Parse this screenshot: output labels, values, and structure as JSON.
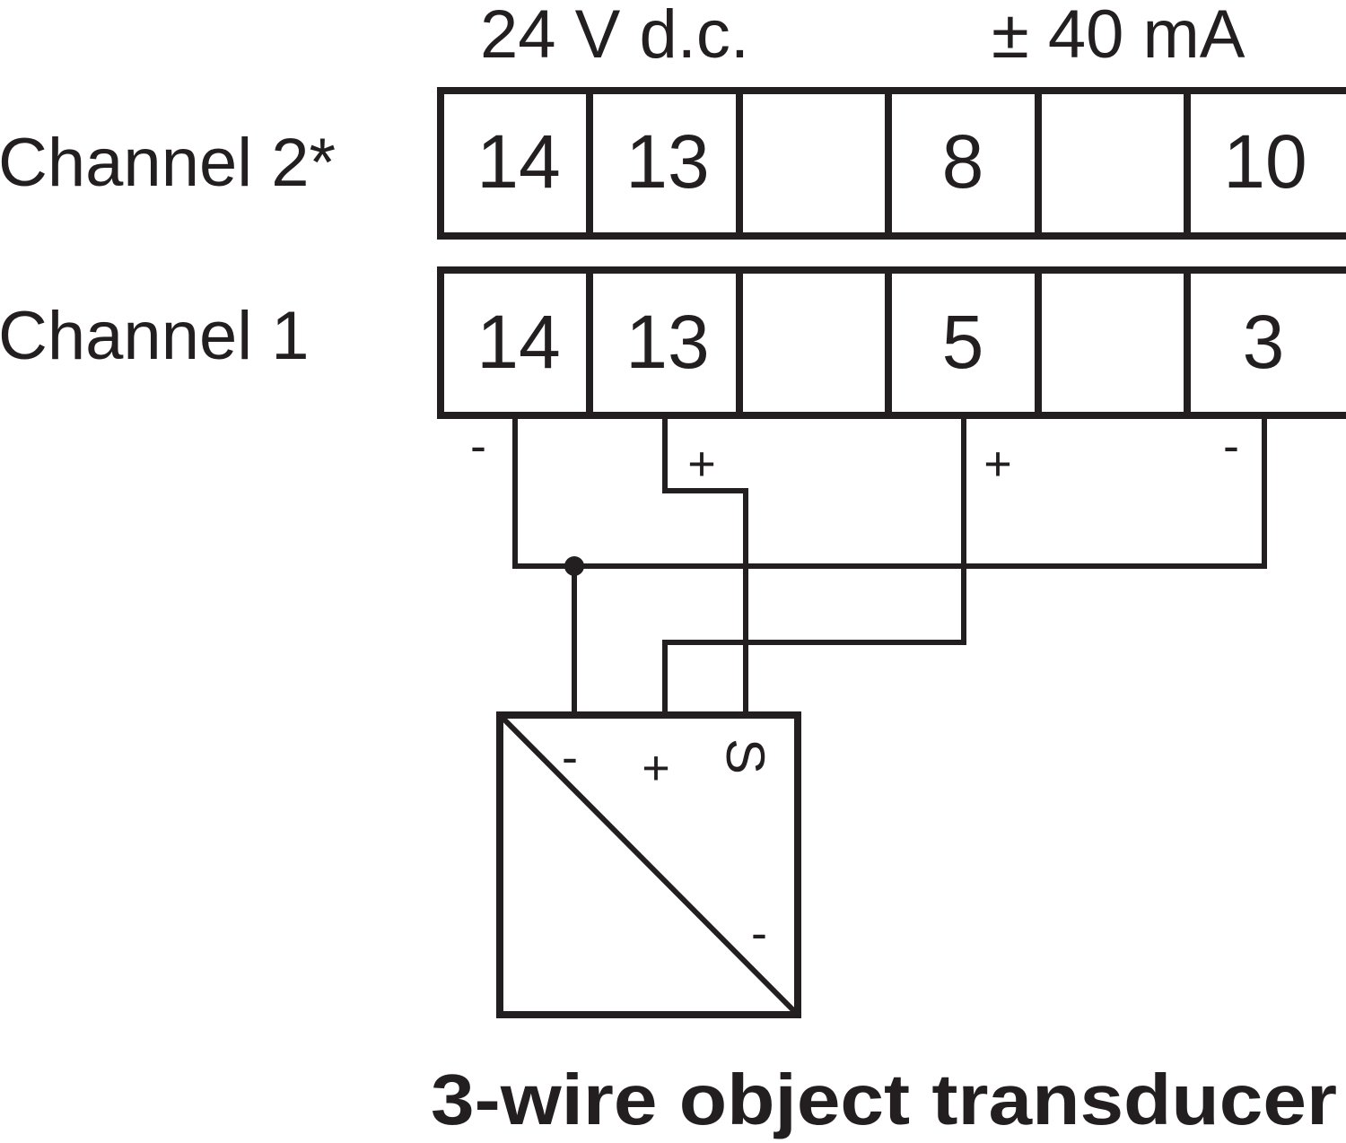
{
  "header": {
    "supply_label": "24 V d.c.",
    "current_label": "± 40 mA"
  },
  "channels": [
    {
      "label": "Channel 2*",
      "terminals": [
        "14",
        "13",
        "",
        "8",
        "",
        "10"
      ]
    },
    {
      "label": "Channel 1",
      "terminals": [
        "14",
        "13",
        "",
        "5",
        "",
        "3"
      ]
    }
  ],
  "polarity": {
    "minus_left": "-",
    "plus_13": "+",
    "plus_5": "+",
    "minus_3": "-"
  },
  "transducer": {
    "pin_minus": "-",
    "pin_plus": "+",
    "pin_signal": "S",
    "inner_minus": "-",
    "caption": "3-wire object transducer"
  }
}
